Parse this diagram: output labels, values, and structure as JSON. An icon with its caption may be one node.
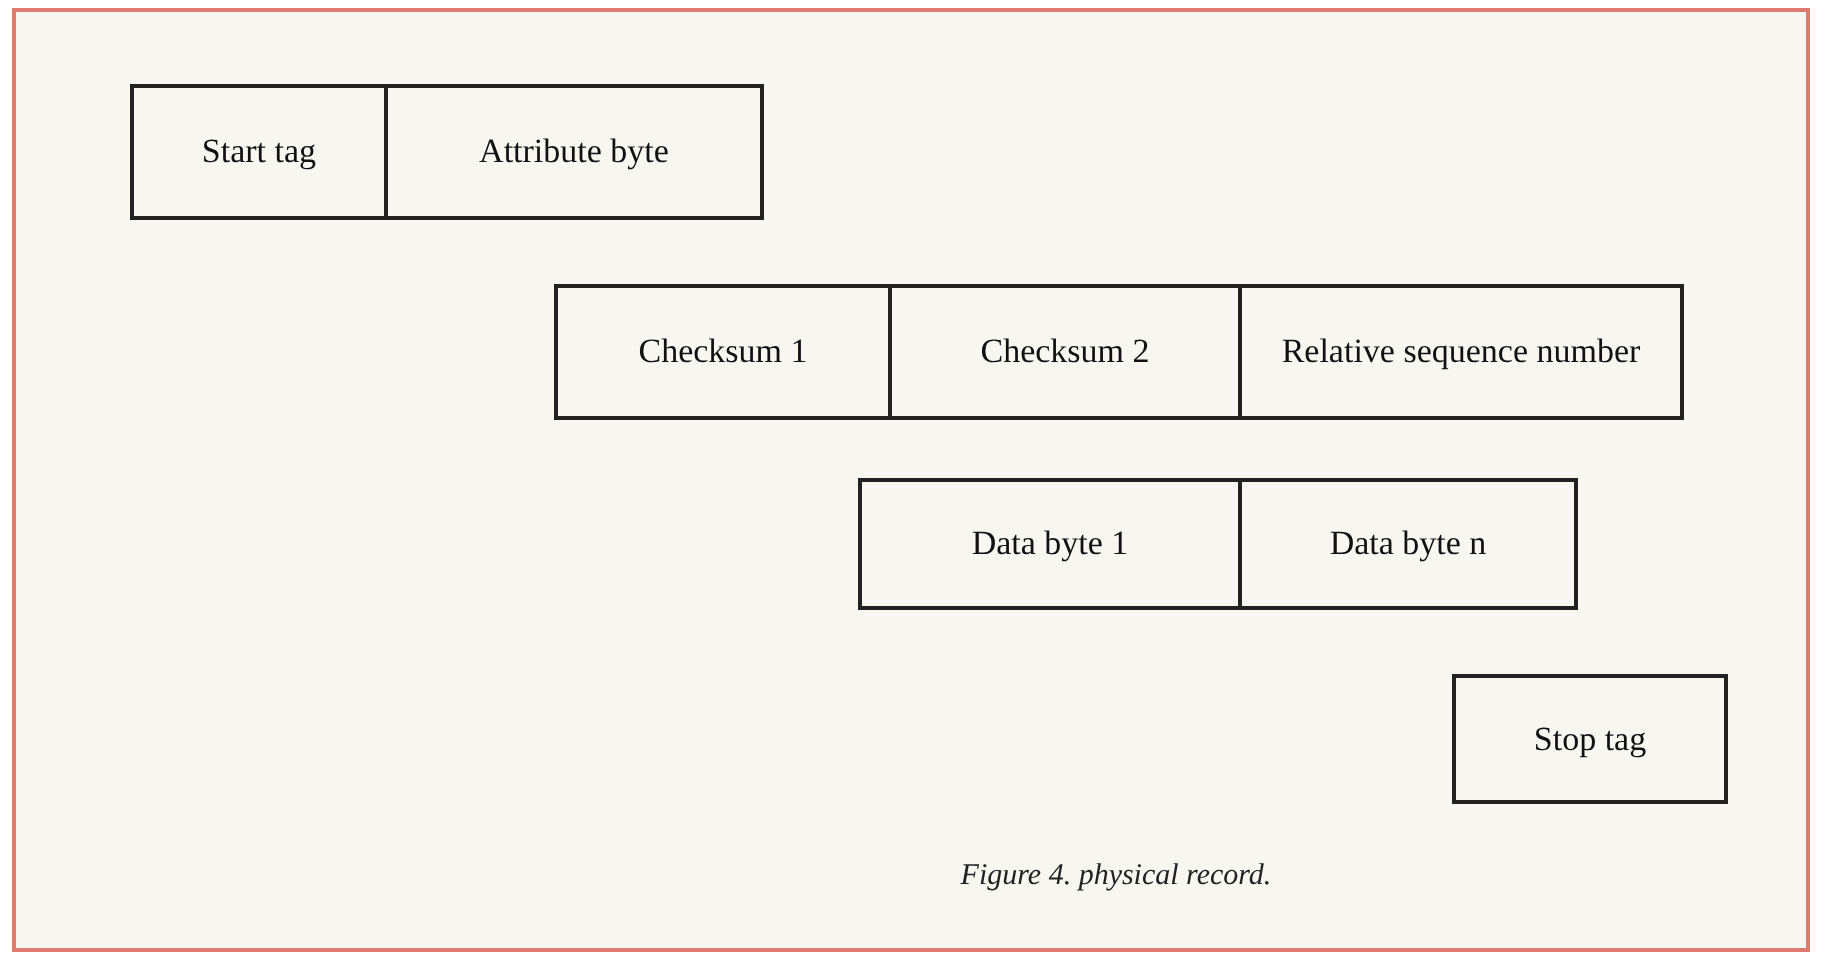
{
  "diagram": {
    "caption": "Figure 4. physical record.",
    "nodes": [
      {
        "text": [
          "Start tag"
        ]
      },
      {
        "text": [
          "Attribute byte"
        ]
      },
      {
        "text": [
          "Checksum 1"
        ]
      },
      {
        "text": [
          "Checksum 2"
        ]
      },
      {
        "text": [
          "Relative sequence number"
        ]
      },
      {
        "text": [
          "Data byte 1"
        ]
      },
      {
        "text": [
          "Data byte n"
        ]
      },
      {
        "text": [
          "Stop tag"
        ]
      }
    ]
  }
}
